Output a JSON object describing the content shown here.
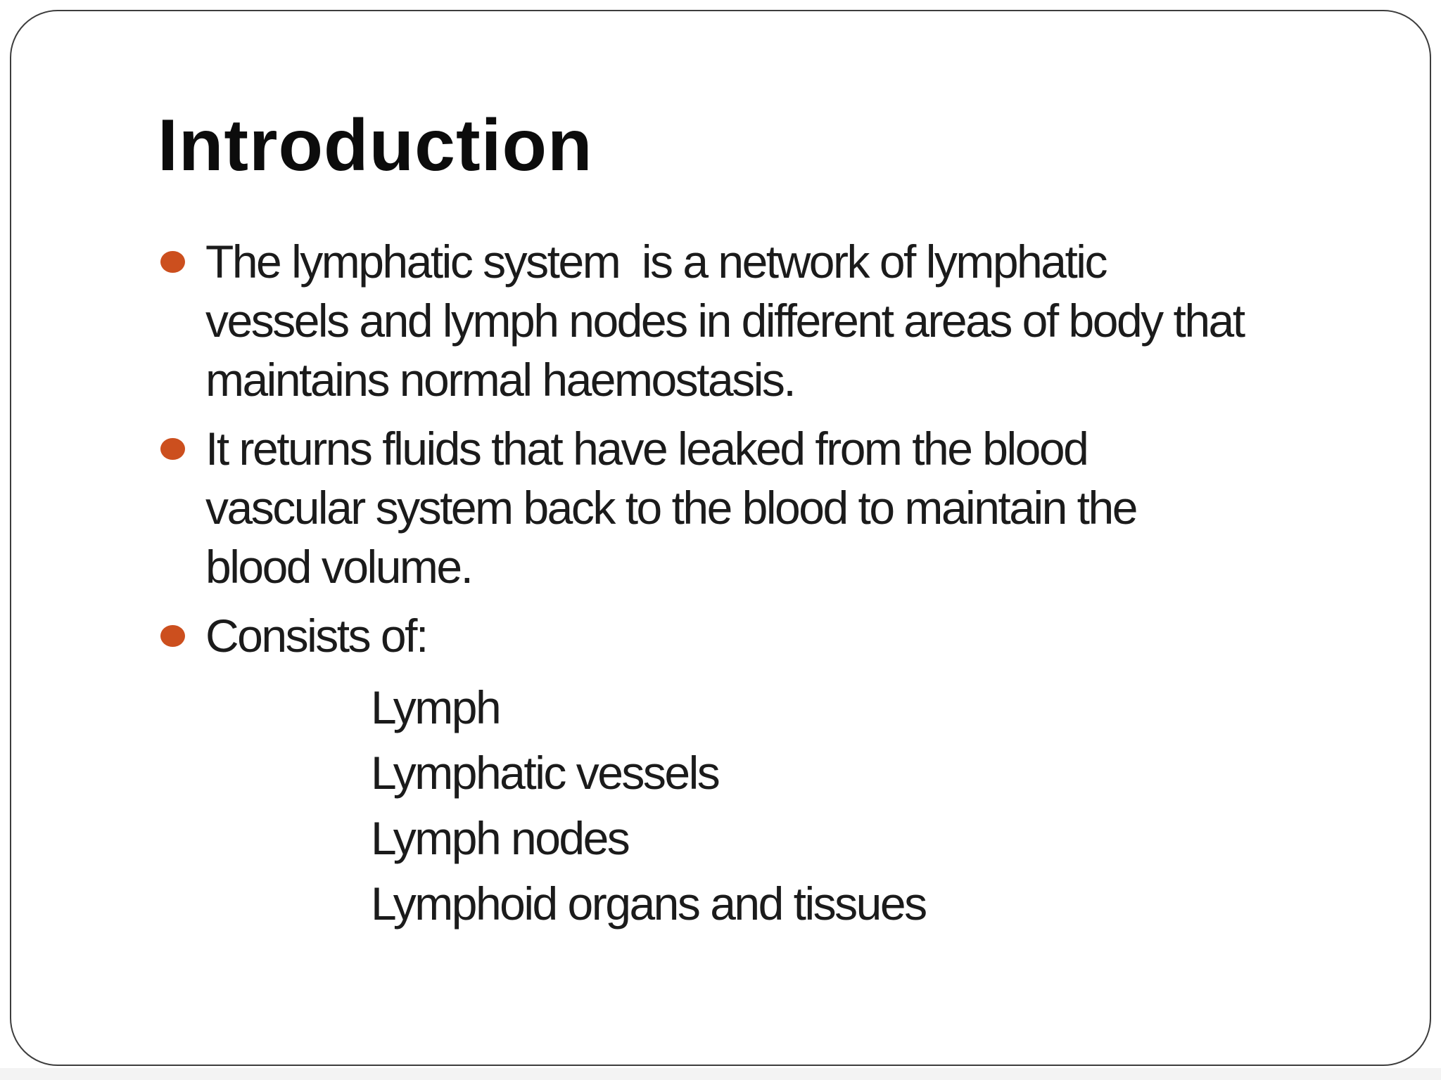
{
  "slide": {
    "title": "Introduction",
    "bullets": [
      {
        "lines": [
          "The lymphatic system  is a network of lymphatic",
          "vessels and lymph nodes in different areas of body that",
          "maintains normal haemostasis."
        ]
      },
      {
        "lines": [
          "It returns fluids that have leaked from the blood",
          "vascular system back to the blood to maintain the",
          "blood volume."
        ]
      },
      {
        "lines": [
          "Consists of:"
        ]
      }
    ],
    "sub_items": [
      "Lymph",
      "Lymphatic vessels",
      "Lymph nodes",
      "Lymphoid organs and tissues"
    ],
    "colors": {
      "bullet": "#cc4f1e",
      "text": "#1b1b1b",
      "border": "#3d3d3d",
      "background": "#ffffff"
    }
  }
}
